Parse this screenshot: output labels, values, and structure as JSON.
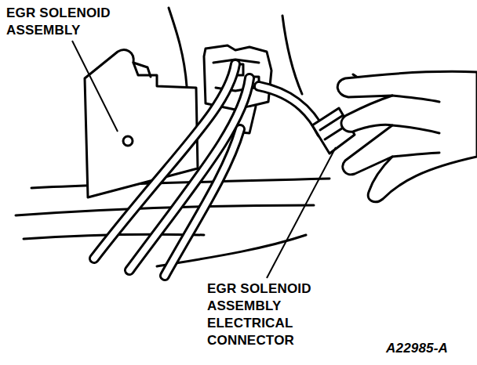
{
  "diagram": {
    "labels": [
      "EGR SOLENOID ASSEMBLY",
      "EGR SOLENOID ASSEMBLY ELECTRICAL CONNECTOR",
      "A22985-A"
    ]
  }
}
